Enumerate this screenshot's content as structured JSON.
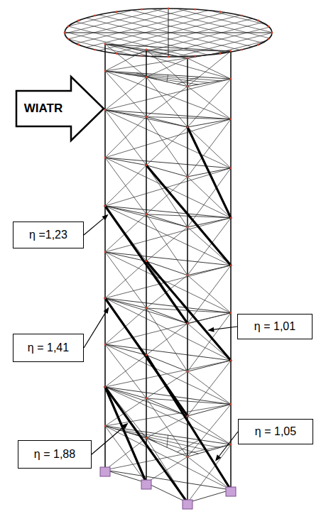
{
  "diagram": {
    "nodes": [
      {
        "text": [
          "WIATR"
        ]
      },
      {
        "text": [
          "η =1,23"
        ]
      },
      {
        "text": [
          "η = 1,01"
        ]
      },
      {
        "text": [
          "η = 1,41"
        ]
      },
      {
        "text": [
          "η = 1,05"
        ]
      },
      {
        "text": [
          "η = 1,88"
        ]
      }
    ]
  }
}
